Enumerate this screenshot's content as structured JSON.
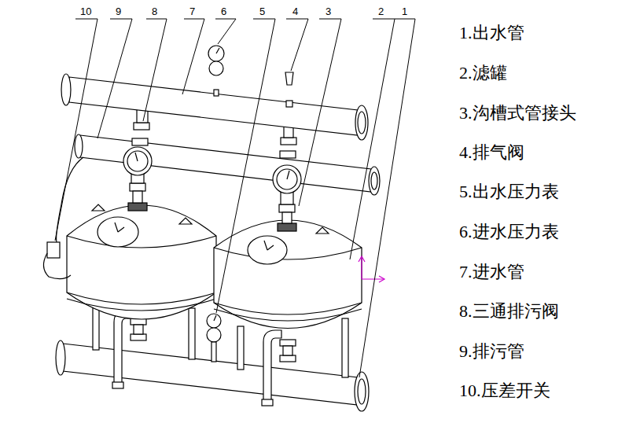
{
  "diagram": {
    "labels": [
      "10",
      "9",
      "8",
      "7",
      "6",
      "5",
      "4",
      "3",
      "2",
      "1",
      "1.出水管",
      "2.滤罐",
      "3.沟槽式管接头",
      "4.排气阀",
      "5.出水压力表",
      "6.进水压力表",
      "7.进水管",
      "8.三通排污阀",
      "9.排污管",
      "10.压差开关"
    ]
  }
}
